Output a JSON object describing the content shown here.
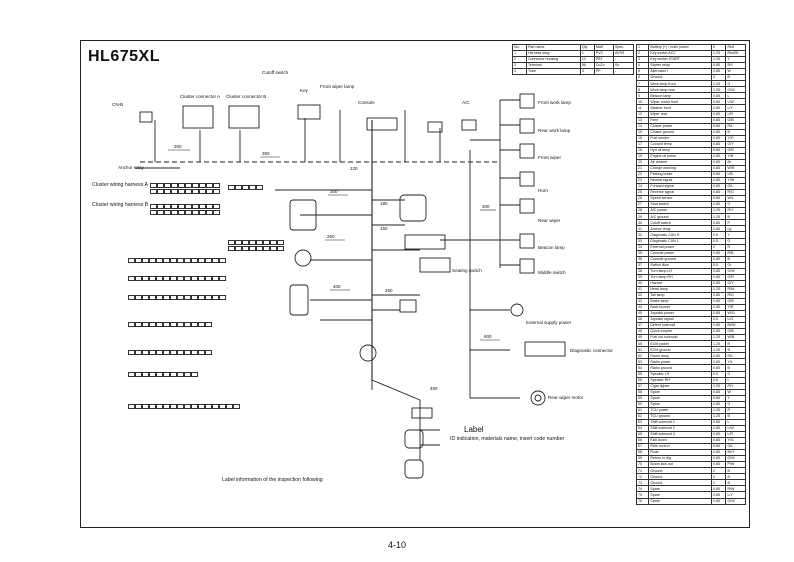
{
  "title": "HL675XL",
  "page_number": "4-10",
  "label_notice": "Label",
  "label_note": "ID indication, materials name, insert code number",
  "bottom_note": "Label information of the inspection following",
  "connector_labels": {
    "cab_power": "CN-B",
    "cluster_a": "Cluster connector A",
    "cluster_b": "Cluster connector B",
    "cutoff": "Cutoff switch",
    "key": "Key",
    "front_wiper": "Front wiper lamp",
    "console": "Console",
    "acc": "A/C",
    "anchor_relay": "Anchor relay",
    "cluster_wiring_a": "Cluster wiring harness A",
    "cluster_wiring_b": "Cluster wiring harness B",
    "front_work_lamp": "Front work lamp",
    "rear_work_lamp": "Rear work lamp",
    "front_wiper2": "Front wiper",
    "rear_wiper": "Rear wiper",
    "beacon": "Beacon lamp",
    "horn": "Horn",
    "diagnostic": "Diagnostic connector",
    "external_power": "External supply power",
    "seating": "Seating switch",
    "rear_wiper_motor": "Rear wiper motor",
    "middle_switch": "Middle switch"
  },
  "right_table": [
    [
      "1",
      "Battery (+) / main power",
      "5",
      "Red"
    ],
    [
      "2",
      "Key switch ACC",
      "1.25",
      "Red/W"
    ],
    [
      "3",
      "Key switch START",
      "1.25",
      "Y"
    ],
    [
      "4",
      "Starter relay",
      "0.85",
      "B/Y"
    ],
    [
      "5",
      "Alternator I",
      "0.85",
      "W"
    ],
    [
      "6",
      "Ground",
      "2",
      "B"
    ],
    [
      "7",
      "Work lamp front",
      "1.25",
      "G"
    ],
    [
      "8",
      "Work lamp rear",
      "1.25",
      "G/W"
    ],
    [
      "9",
      "Beacon lamp",
      "0.85",
      "L"
    ],
    [
      "10",
      "Wiper motor front",
      "0.85",
      "L/W"
    ],
    [
      "11",
      "Washer front",
      "0.85",
      "L/Y"
    ],
    [
      "12",
      "Wiper rear",
      "0.85",
      "L/R"
    ],
    [
      "13",
      "Horn",
      "0.85",
      "G/B"
    ],
    [
      "14",
      "Cluster power",
      "0.85",
      "R/L"
    ],
    [
      "15",
      "Cluster ground",
      "0.85",
      "B"
    ],
    [
      "16",
      "Fuel sender",
      "0.85",
      "Y/G"
    ],
    [
      "17",
      "Coolant temp",
      "0.85",
      "G/Y"
    ],
    [
      "18",
      "Hyd oil temp",
      "0.85",
      "G/R"
    ],
    [
      "19",
      "Engine oil press",
      "0.85",
      "Y/B"
    ],
    [
      "20",
      "Air cleaner",
      "0.85",
      "Br"
    ],
    [
      "21",
      "Charge warning",
      "0.85",
      "W/R"
    ],
    [
      "22",
      "Parking brake",
      "0.85",
      "L/B"
    ],
    [
      "23",
      "Neutral signal",
      "0.85",
      "Y/W"
    ],
    [
      "24",
      "Forward signal",
      "0.85",
      "G/L"
    ],
    [
      "25",
      "Reverse signal",
      "0.85",
      "R/G"
    ],
    [
      "26",
      "Speed sensor",
      "0.85",
      "W/L"
    ],
    [
      "27",
      "Seat switch",
      "0.85",
      "O"
    ],
    [
      "28",
      "A/C power",
      "1.25",
      "R/Y"
    ],
    [
      "29",
      "A/C ground",
      "1.25",
      "B"
    ],
    [
      "30",
      "Cutoff switch",
      "0.85",
      "P"
    ],
    [
      "31",
      "Anchor relay",
      "0.85",
      "Lg"
    ],
    [
      "32",
      "Diagnostic CAN H",
      "0.5",
      "Y"
    ],
    [
      "33",
      "Diagnostic CAN L",
      "0.5",
      "G"
    ],
    [
      "34",
      "External power",
      "2",
      "R"
    ],
    [
      "35",
      "Console power",
      "0.85",
      "R/B"
    ],
    [
      "36",
      "Console ground",
      "0.85",
      "B"
    ],
    [
      "37",
      "Switch illum",
      "0.5",
      "Gr"
    ],
    [
      "38",
      "Turn lamp LH",
      "0.85",
      "G/W"
    ],
    [
      "39",
      "Turn lamp RH",
      "0.85",
      "G/R"
    ],
    [
      "40",
      "Hazard",
      "0.85",
      "G/Y"
    ],
    [
      "41",
      "Head lamp",
      "1.25",
      "R/W"
    ],
    [
      "42",
      "Tail lamp",
      "0.85",
      "R/G"
    ],
    [
      "43",
      "Brake lamp",
      "0.85",
      "G/B"
    ],
    [
      "44",
      "Back buzzer",
      "0.85",
      "Y/R"
    ],
    [
      "45",
      "Joystick power",
      "0.85",
      "W/G"
    ],
    [
      "46",
      "Joystick signal",
      "0.5",
      "L/G"
    ],
    [
      "47",
      "Detent solenoid",
      "0.85",
      "Br/W"
    ],
    [
      "48",
      "Quick coupler",
      "0.85",
      "O/B"
    ],
    [
      "49",
      "Fuel cut solenoid",
      "1.25",
      "W/B"
    ],
    [
      "50",
      "ECM power",
      "1.25",
      "R"
    ],
    [
      "51",
      "ECM ground",
      "1.25",
      "B"
    ],
    [
      "52",
      "Room lamp",
      "0.85",
      "R/L"
    ],
    [
      "53",
      "Radio power",
      "0.85",
      "Y/L"
    ],
    [
      "54",
      "Radio ground",
      "0.85",
      "B"
    ],
    [
      "55",
      "Speaker LH",
      "0.5",
      "G"
    ],
    [
      "56",
      "Speaker RH",
      "0.5",
      "L"
    ],
    [
      "57",
      "Cigar lighter",
      "1.25",
      "R/Y"
    ],
    [
      "58",
      "Spare",
      "0.85",
      "W"
    ],
    [
      "59",
      "Spare",
      "0.85",
      "Y"
    ],
    [
      "60",
      "Spare",
      "0.85",
      "G"
    ],
    [
      "61",
      "TCU power",
      "1.25",
      "R"
    ],
    [
      "62",
      "TCU ground",
      "1.25",
      "B"
    ],
    [
      "63",
      "Shift solenoid 1",
      "0.85",
      "L"
    ],
    [
      "64",
      "Shift solenoid 2",
      "0.85",
      "L/W"
    ],
    [
      "65",
      "Shift solenoid 3",
      "0.85",
      "L/R"
    ],
    [
      "66",
      "Kick down",
      "0.85",
      "Y/G"
    ],
    [
      "67",
      "Ride control",
      "0.85",
      "G/L"
    ],
    [
      "68",
      "Float",
      "0.85",
      "Br/Y"
    ],
    [
      "69",
      "Return to dig",
      "0.85",
      "O/W"
    ],
    [
      "70",
      "Boom kick out",
      "0.85",
      "P/W"
    ],
    [
      "71",
      "Ground",
      "2",
      "B"
    ],
    [
      "72",
      "Ground",
      "2",
      "B"
    ],
    [
      "73",
      "Ground",
      "2",
      "B"
    ],
    [
      "74",
      "Spare",
      "0.85",
      "R/W"
    ],
    [
      "75",
      "Spare",
      "0.85",
      "L/Y"
    ],
    [
      "76",
      "Spare",
      "0.85",
      "G/W"
    ]
  ],
  "top_table": [
    [
      "No.",
      "Part name",
      "Qty",
      "Mat'l",
      "Spec."
    ],
    [
      "1",
      "Harness assy",
      "1",
      "PVC",
      "AVSS"
    ],
    [
      "2",
      "Connector housing",
      "12",
      "PBT",
      "-"
    ],
    [
      "3",
      "Terminal",
      "86",
      "CuZn",
      "Sn"
    ],
    [
      "4",
      "Tube",
      "4",
      "PP",
      "-"
    ]
  ]
}
